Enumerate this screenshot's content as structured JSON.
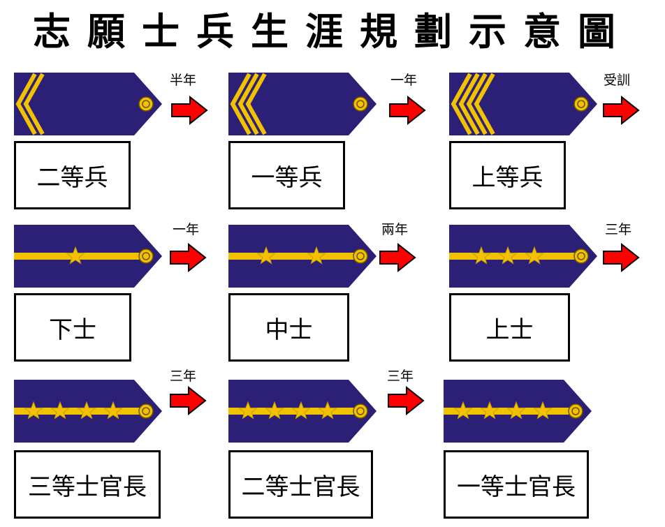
{
  "title": "志願士兵生涯規劃示意圖",
  "colors": {
    "strap": "#2b2075",
    "gold": "#f2c200",
    "arrow": "#ff0000",
    "box_border": "#000000"
  },
  "ranks": [
    {
      "name": "二等兵",
      "insignia": "chevron",
      "count": 2
    },
    {
      "name": "一等兵",
      "insignia": "chevron",
      "count": 3
    },
    {
      "name": "上等兵",
      "insignia": "chevron",
      "count": 4
    },
    {
      "name": "下士",
      "insignia": "star",
      "count": 1
    },
    {
      "name": "中士",
      "insignia": "star",
      "count": 2
    },
    {
      "name": "上士",
      "insignia": "star",
      "count": 3
    },
    {
      "name": "三等士官長",
      "insignia": "star",
      "count": 4
    },
    {
      "name": "二等士官長",
      "insignia": "star",
      "count": 4
    },
    {
      "name": "一等士官長",
      "insignia": "star",
      "count": 4
    }
  ],
  "transitions": [
    "半年",
    "一年",
    "受訓",
    "一年",
    "兩年",
    "三年",
    "三年",
    "三年"
  ]
}
